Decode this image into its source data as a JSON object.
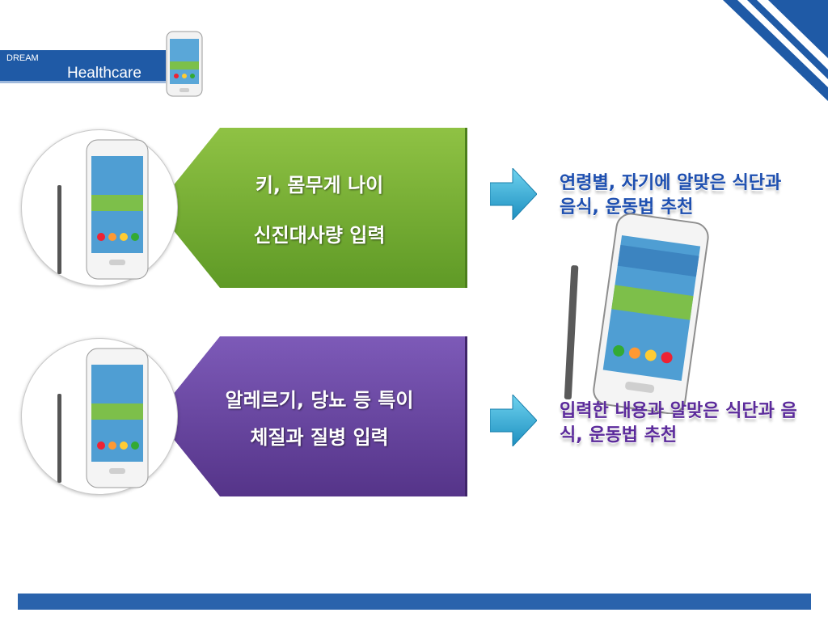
{
  "header": {
    "brand_small": "DREAM",
    "brand_main": "Healthcare"
  },
  "colors": {
    "brand_blue": "#1f5aa6",
    "green_panel": "#7fb23a",
    "purple_panel": "#6a4aa0",
    "arrow_cyan": "#36b6dc",
    "result_blue": "#1e4fb0",
    "result_purple": "#5b2a9b"
  },
  "icons": {
    "device": "smartphone-with-stylus-icon",
    "arrow": "arrow-right-icon"
  },
  "rows": [
    {
      "lines": [
        "키, 몸무게 나이",
        "신진대사량 입력"
      ],
      "result": "연령별, 자기에 알맞은 식단과 음식, 운동법 추천"
    },
    {
      "lines": [
        "알레르기, 당뇨 등 특이",
        "체질과 질병 입력"
      ],
      "result": "입력한 내용과 알맞은 식단과 음식, 운동법 추천"
    }
  ]
}
